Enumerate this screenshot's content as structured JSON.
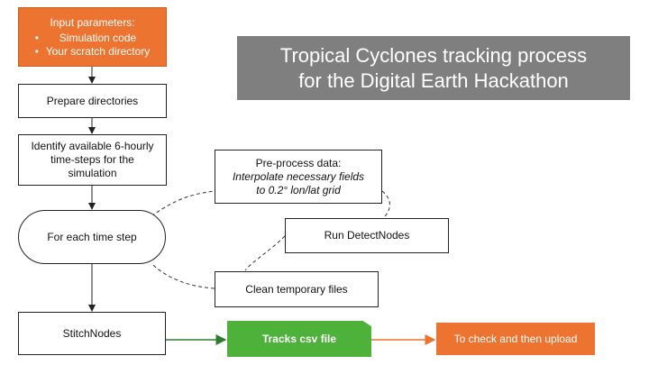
{
  "title": {
    "line1": "Tropical Cyclones tracking process",
    "line2": "for the Digital Earth Hackathon"
  },
  "input_box": {
    "heading": "Input parameters:",
    "items": [
      "Simulation code",
      "Your scratch directory"
    ]
  },
  "prepare": {
    "label": "Prepare directories"
  },
  "identify": {
    "line1": "Identify available 6-hourly",
    "line2": "time-steps for the",
    "line3": "simulation"
  },
  "loop": {
    "label": "For each time step"
  },
  "preprocess": {
    "line1": "Pre-process data:",
    "line2": "Interpolate necessary fields",
    "line3": "to 0.2° lon/lat grid"
  },
  "detect": {
    "label": "Run DetectNodes"
  },
  "clean": {
    "label": "Clean temporary files"
  },
  "stitch": {
    "label": "StitchNodes"
  },
  "tracks": {
    "label": "Tracks csv file"
  },
  "check": {
    "label": "To check and then upload"
  },
  "colors": {
    "orange": "#ec7330",
    "grey": "#7f7f7f",
    "green": "#4eb23a",
    "dark_green": "#2e7d32"
  }
}
